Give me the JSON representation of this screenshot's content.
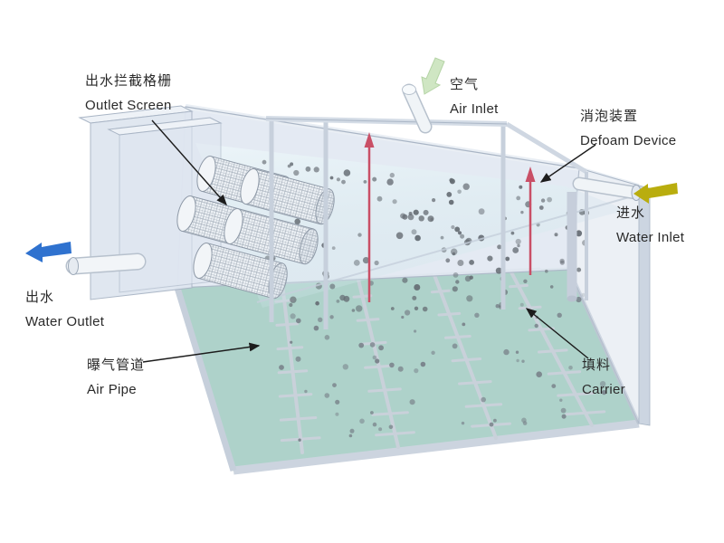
{
  "diagram": {
    "type": "wastewater-treatment-tank-diagram",
    "labels": {
      "outlet_screen": {
        "zh": "出水拦截格栅",
        "en": "Outlet Screen"
      },
      "air_inlet": {
        "zh": "空气",
        "en": "Air Inlet"
      },
      "defoam_device": {
        "zh": "消泡装置",
        "en": "Defoam Device"
      },
      "water_inlet": {
        "zh": "进水",
        "en": "Water Inlet"
      },
      "water_outlet": {
        "zh": "出水",
        "en": "Water Outlet"
      },
      "air_pipe": {
        "zh": "曝气管道",
        "en": "Air Pipe"
      },
      "carrier": {
        "zh": "填料",
        "en": "Carrier"
      }
    },
    "colors": {
      "water_outlet_arrow": "#2f72cf",
      "water_inlet_arrow": "#b9ad0e",
      "air_inlet_arrow": "#cfe6c3",
      "defoam_rod": "#c94f66",
      "tank_wall": "#dfe6f0",
      "floor": "#aed2ca",
      "carrier_dot": "#656c73"
    }
  }
}
